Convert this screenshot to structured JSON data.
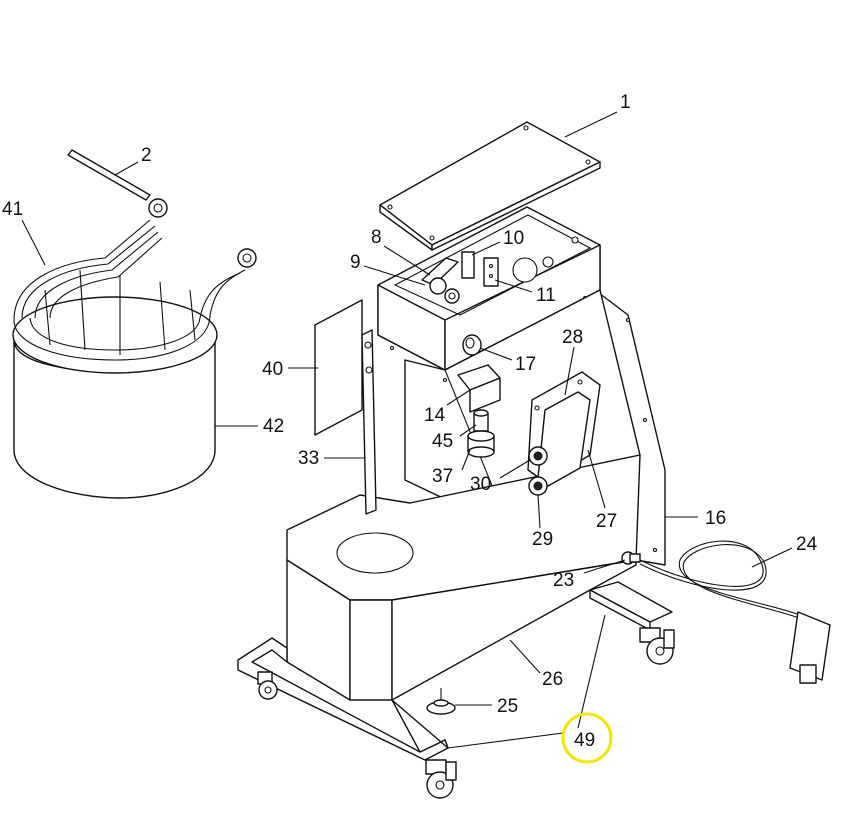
{
  "diagram": {
    "callouts": [
      {
        "id": "c1",
        "label": "1"
      },
      {
        "id": "c2",
        "label": "2"
      },
      {
        "id": "c8",
        "label": "8"
      },
      {
        "id": "c9",
        "label": "9"
      },
      {
        "id": "c10",
        "label": "10"
      },
      {
        "id": "c11",
        "label": "11"
      },
      {
        "id": "c14",
        "label": "14"
      },
      {
        "id": "c16",
        "label": "16"
      },
      {
        "id": "c17",
        "label": "17"
      },
      {
        "id": "c23",
        "label": "23"
      },
      {
        "id": "c24",
        "label": "24"
      },
      {
        "id": "c25",
        "label": "25"
      },
      {
        "id": "c26",
        "label": "26"
      },
      {
        "id": "c27",
        "label": "27"
      },
      {
        "id": "c28",
        "label": "28"
      },
      {
        "id": "c29",
        "label": "29"
      },
      {
        "id": "c30",
        "label": "30"
      },
      {
        "id": "c33",
        "label": "33"
      },
      {
        "id": "c37",
        "label": "37"
      },
      {
        "id": "c40",
        "label": "40"
      },
      {
        "id": "c41",
        "label": "41"
      },
      {
        "id": "c42",
        "label": "42"
      },
      {
        "id": "c45",
        "label": "45"
      },
      {
        "id": "c49",
        "label": "49"
      }
    ],
    "highlighted_callout": "49",
    "highlight_color": "#f2e600",
    "line_color": "#111111",
    "background_color": "#ffffff"
  }
}
